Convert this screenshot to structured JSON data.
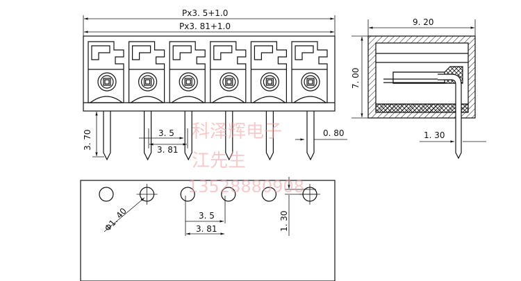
{
  "dims": {
    "pitch_35": "Px3. 5+1.0",
    "pitch_381": "Px3. 81+1.0",
    "width_920": "9. 20",
    "height_700": "7. 00",
    "pin_370": "3. 70",
    "pitch_small": "3. 5",
    "pitch_large": "3. 81",
    "pin_080": "0. 80",
    "pin_130": "1. 30",
    "hole_dia": "Φ1. 40",
    "hole_pitch_small": "3. 5",
    "hole_pitch_large": "3. 81",
    "hole_offset": "1. 30"
  },
  "watermark": {
    "line1": "科泽辉电子",
    "line2": "江先生",
    "line3": "13528880908"
  },
  "colors": {
    "line": "#111111",
    "watermark": "#f0a0a0"
  }
}
